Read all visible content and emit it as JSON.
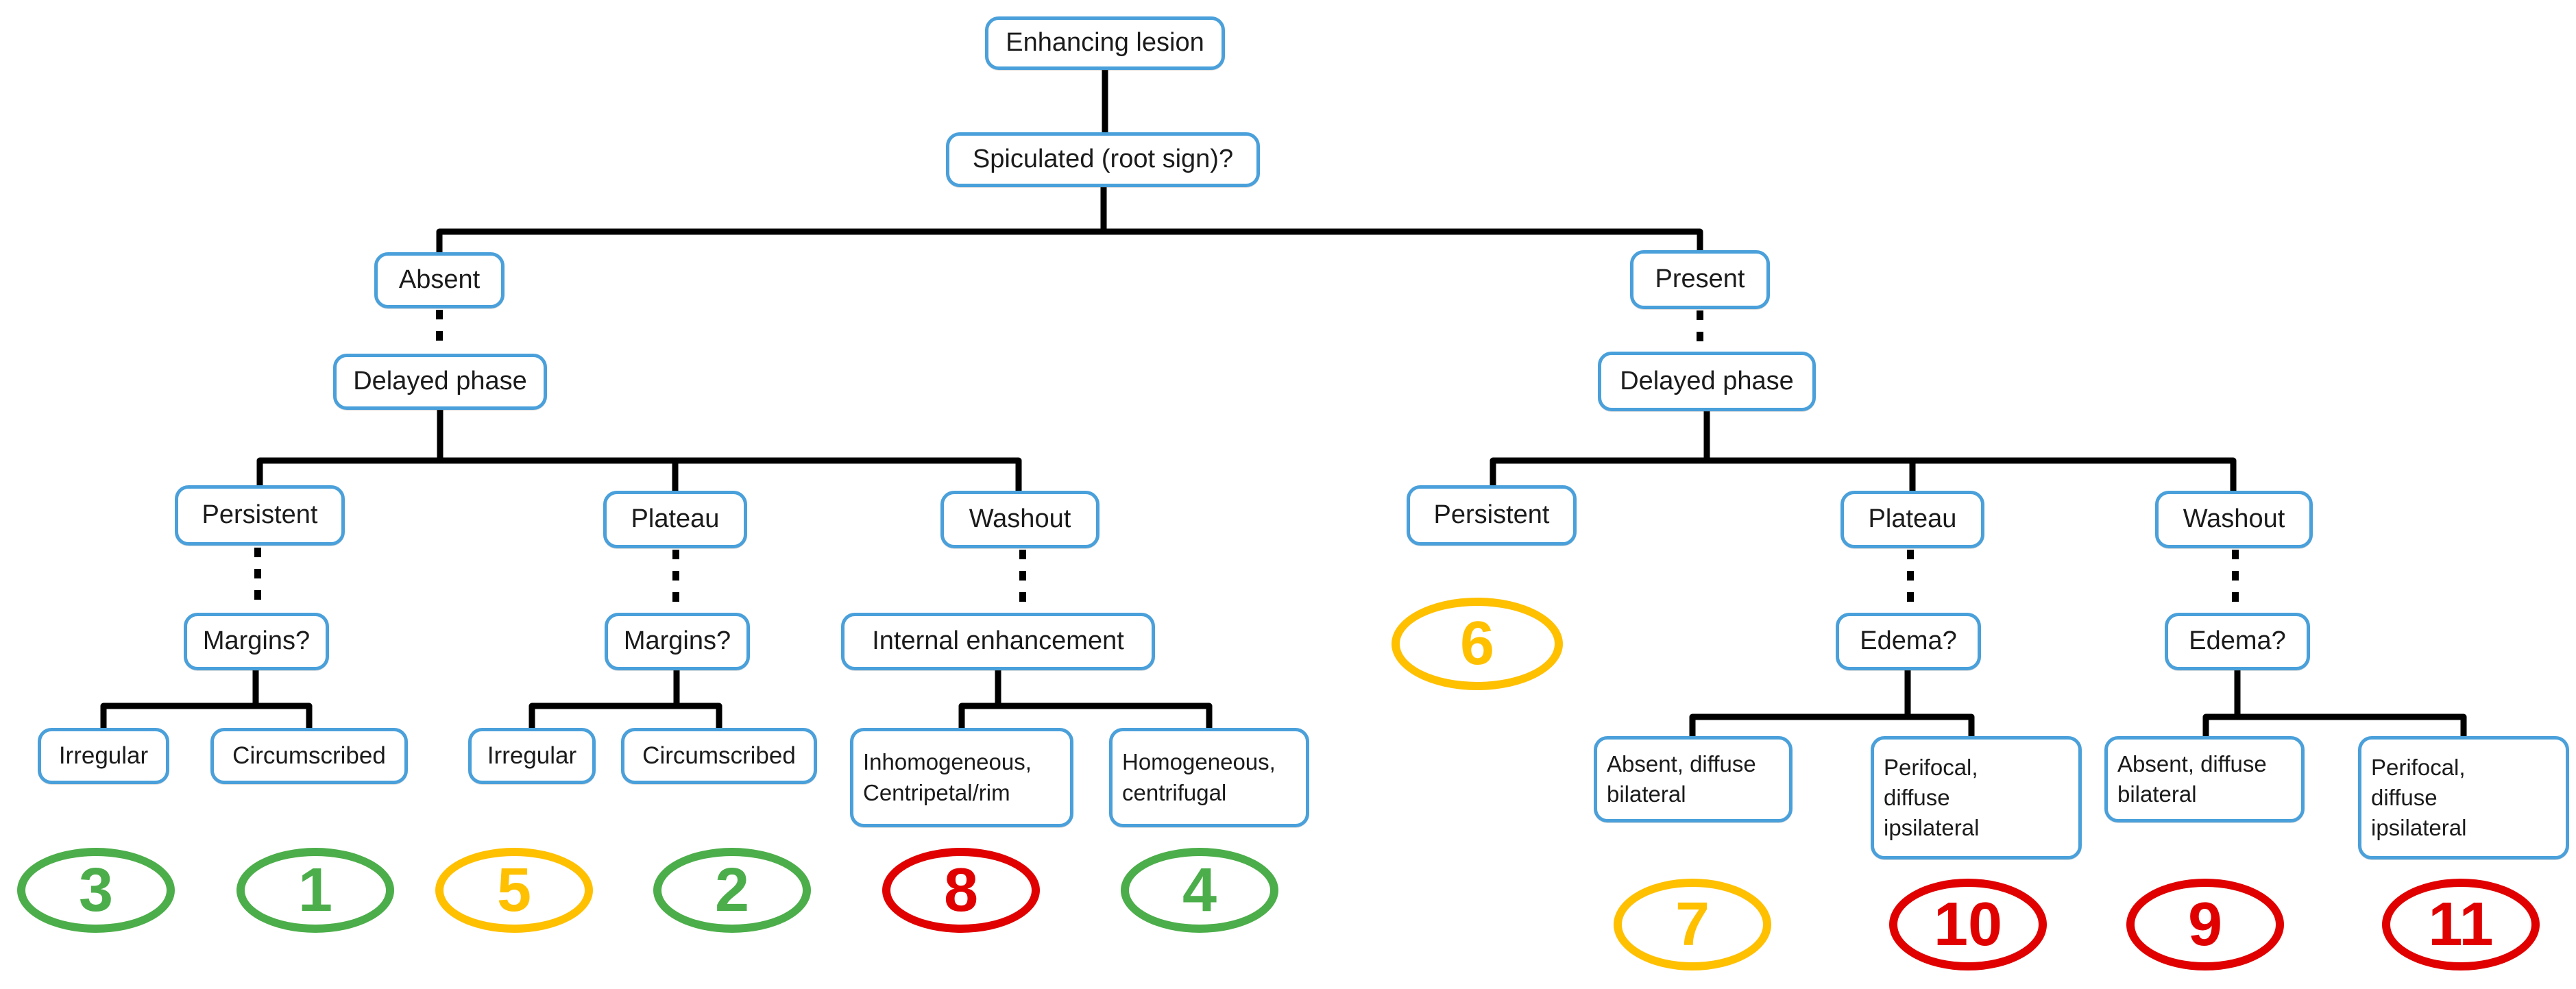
{
  "colors": {
    "blue": "#4aa0da",
    "line": "#000000",
    "green": "#4cae4a",
    "amber": "#ffc000",
    "red": "#e00000"
  },
  "nodes": {
    "root": "Enhancing lesion",
    "spiculated": "Spiculated (root sign)?",
    "absent": "Absent",
    "present": "Present",
    "delayed_left": "Delayed phase",
    "delayed_right": "Delayed phase",
    "persistent_left": "Persistent",
    "plateau_left": "Plateau",
    "washout_left": "Washout",
    "persistent_right": "Persistent",
    "plateau_right": "Plateau",
    "washout_right": "Washout",
    "margins_persistent": "Margins?",
    "margins_plateau": "Margins?",
    "internal_enhancement": "Internal enhancement",
    "edema_plateau": "Edema?",
    "edema_washout": "Edema?",
    "irregular_1": "Irregular",
    "circumscribed_1": "Circumscribed",
    "irregular_2": "Irregular",
    "circumscribed_2": "Circumscribed",
    "inhomogeneous": "Inhomogeneous,\nCentripetal/rim",
    "homogeneous": "Homogeneous,\ncentrifugal",
    "absent_diffuse_1": "Absent, diffuse\nbilateral",
    "perifocal_1": "Perifocal,\ndiffuse\nipsilateral",
    "absent_diffuse_2": "Absent, diffuse\nbilateral",
    "perifocal_2": "Perifocal,\ndiffuse\nipsilateral"
  },
  "scores": {
    "n3": {
      "value": "3",
      "color": "green"
    },
    "n1": {
      "value": "1",
      "color": "green"
    },
    "n5": {
      "value": "5",
      "color": "amber"
    },
    "n2": {
      "value": "2",
      "color": "green"
    },
    "n8": {
      "value": "8",
      "color": "red"
    },
    "n4": {
      "value": "4",
      "color": "green"
    },
    "n6": {
      "value": "6",
      "color": "amber"
    },
    "n7": {
      "value": "7",
      "color": "amber"
    },
    "n10": {
      "value": "10",
      "color": "red"
    },
    "n9": {
      "value": "9",
      "color": "red"
    },
    "n11": {
      "value": "11",
      "color": "red"
    }
  }
}
